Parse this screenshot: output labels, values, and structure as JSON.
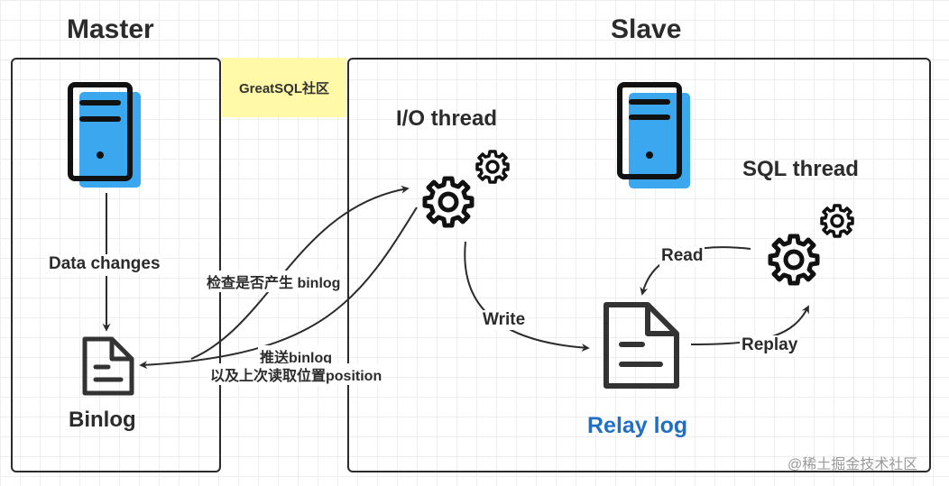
{
  "master": {
    "title": "Master",
    "data_changes": "Data changes",
    "binlog": "Binlog"
  },
  "slave": {
    "title": "Slave",
    "io_thread": "I/O thread",
    "sql_thread": "SQL thread",
    "relay_log": "Relay log",
    "write": "Write",
    "read": "Read",
    "replay": "Replay"
  },
  "note": "GreatSQL社区",
  "arrows": {
    "check_binlog": "检查是否产生 binlog",
    "push_binlog_1": "推送binlog",
    "push_binlog_2": "以及上次读取位置position"
  },
  "watermark": "@稀土掘金技术社区",
  "colors": {
    "server_blue": "#3aa7ee",
    "relay_log_text": "#1f6fc4",
    "note_bg": "#fff9a8",
    "ink": "#2b2b2b"
  }
}
